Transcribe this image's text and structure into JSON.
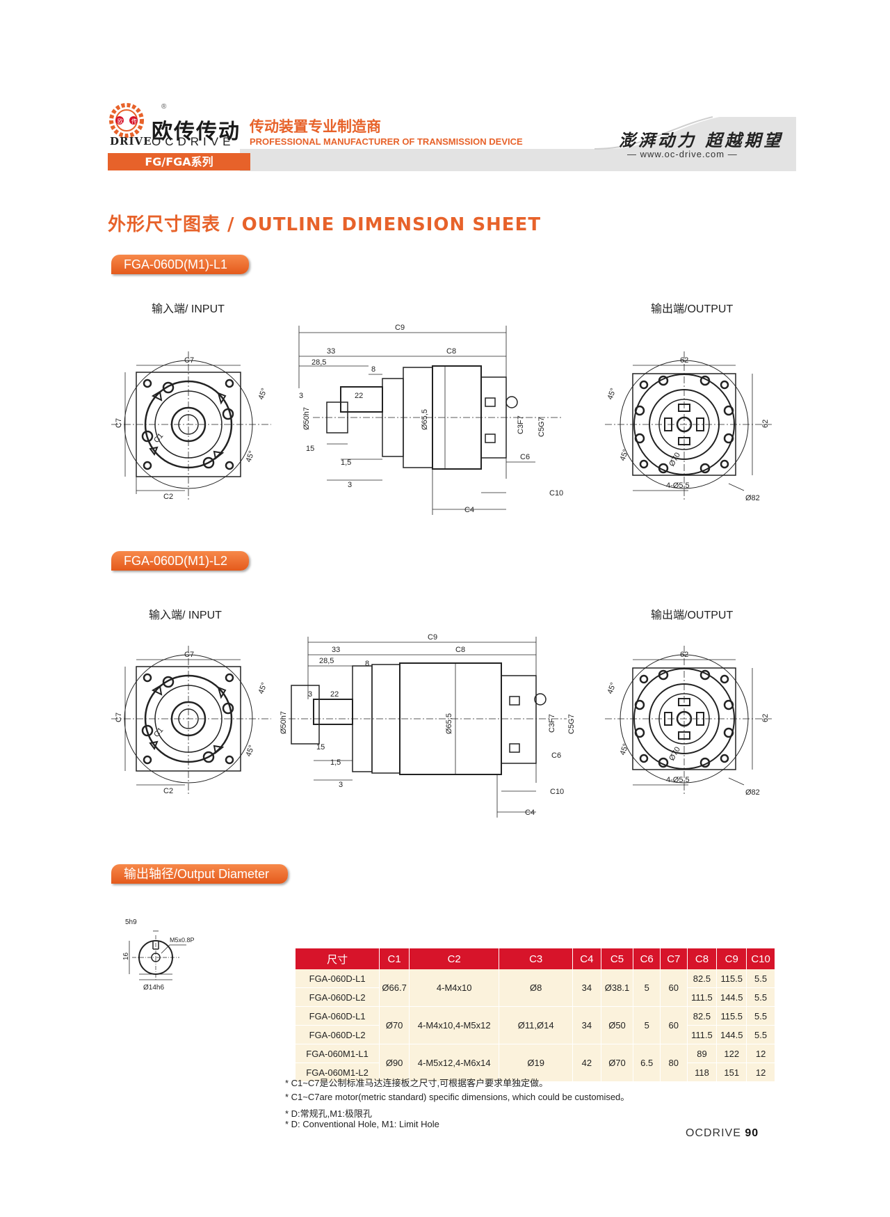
{
  "header": {
    "logo_cn": "欧传传动",
    "logo_drive": "DRIVE",
    "logo_oc": "OCDRIVE",
    "registered": "®",
    "tagline_cn": "传动装置专业制造商",
    "tagline_en": "PROFESSIONAL MANUFACTURER OF TRANSMISSION DEVICE",
    "series": "FG/FGA系列",
    "slogan": "澎湃动力 超越期望",
    "url": "www.oc-drive.com"
  },
  "title": "外形尺寸图表 / OUTLINE DIMENSION SHEET",
  "sections": [
    {
      "label": "FGA-060D(M1)-L1",
      "input_label": "输入端/ INPUT",
      "output_label": "输出端/OUTPUT"
    },
    {
      "label": "FGA-060D(M1)-L2",
      "input_label": "输入端/ INPUT",
      "output_label": "输出端/OUTPUT"
    }
  ],
  "drawing_labels": {
    "c7": "C7",
    "c2": "C2",
    "c1": "C1",
    "c9": "C9",
    "c8": "C8",
    "c4": "C4",
    "c10": "C10",
    "c6": "C6",
    "c3f7": "C3F7",
    "c5g7": "C5G7",
    "d33": "33",
    "d28_5": "28,5",
    "d8": "8",
    "d3": "3",
    "d22": "22",
    "d15": "15",
    "d1_5": "1,5",
    "d50h7": "Ø50h7",
    "d65_5": "Ø65,5",
    "deg45": "45°",
    "d62": "62",
    "d70": "Ø70",
    "d82": "Ø82",
    "holes": "4-Ø5,5"
  },
  "output_diameter": {
    "label": "输出轴径/Output Diameter",
    "key": "5h9",
    "height": "16",
    "thread": "M5x0.8P",
    "diameter": "Ø14h6"
  },
  "table": {
    "headers": [
      "尺寸",
      "C1",
      "C2",
      "C3",
      "C4",
      "C5",
      "C6",
      "C7",
      "C8",
      "C9",
      "C10"
    ],
    "groups": [
      {
        "models": [
          "FGA-060D-L1",
          "FGA-060D-L2"
        ],
        "c1": "Ø66.7",
        "c2": "4-M4x10",
        "c3": "Ø8",
        "c4": "34",
        "c5": "Ø38.1",
        "c6": "5",
        "c7": "60",
        "rows": [
          [
            "82.5",
            "115.5",
            "5.5"
          ],
          [
            "111.5",
            "144.5",
            "5.5"
          ]
        ]
      },
      {
        "models": [
          "FGA-060D-L1",
          "FGA-060D-L2"
        ],
        "c1": "Ø70",
        "c2": "4-M4x10,4-M5x12",
        "c3": "Ø11,Ø14",
        "c4": "34",
        "c5": "Ø50",
        "c6": "5",
        "c7": "60",
        "rows": [
          [
            "82.5",
            "115.5",
            "5.5"
          ],
          [
            "111.5",
            "144.5",
            "5.5"
          ]
        ]
      },
      {
        "models": [
          "FGA-060M1-L1",
          "FGA-060M1-L2"
        ],
        "c1": "Ø90",
        "c2": "4-M5x12,4-M6x14",
        "c3": "Ø19",
        "c4": "42",
        "c5": "Ø70",
        "c6": "6.5",
        "c7": "80",
        "rows": [
          [
            "89",
            "122",
            "12"
          ],
          [
            "118",
            "151",
            "12"
          ]
        ]
      }
    ]
  },
  "notes": [
    "* C1~C7是公制标准马达连接板之尺寸,可根据客户要求单独定做。",
    "* C1~C7are motor(metric standard)  specific dimensions, which could be customised。",
    "* D:常规孔,M1:极限孔",
    "* D: Conventional Hole, M1: Limit Hole"
  ],
  "footer": {
    "brand": "OCDRIVE",
    "page": "90"
  },
  "colors": {
    "accent": "#e7622a",
    "table_header": "#d7142a",
    "table_row": "#fbf2dc"
  }
}
